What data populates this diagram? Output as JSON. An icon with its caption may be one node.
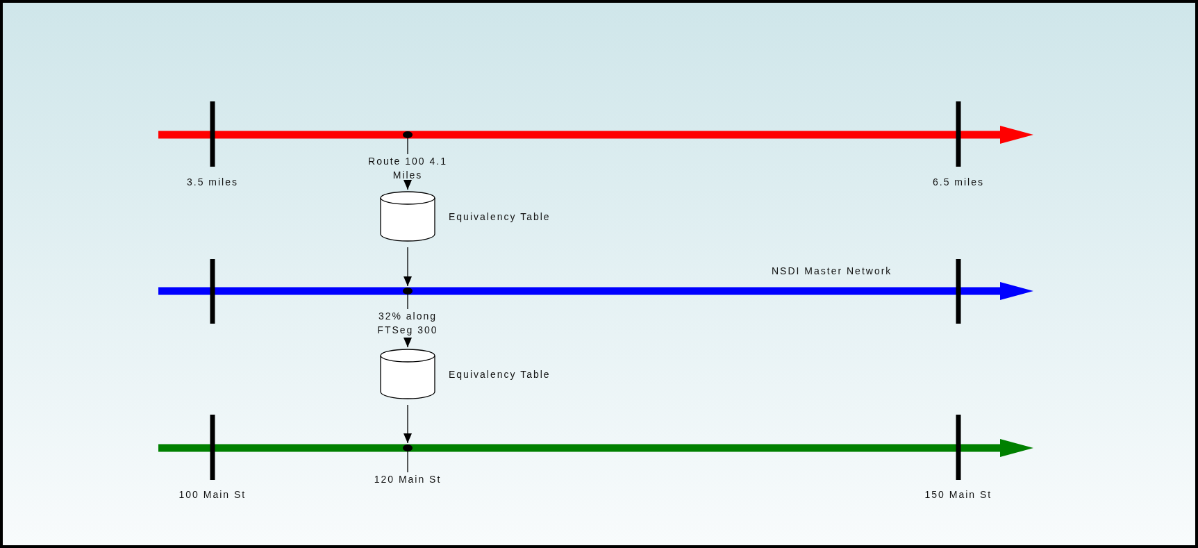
{
  "diagram": {
    "nodes": [
      {
        "text": [],
        "shape": "circle"
      },
      {
        "text": [
          "Route 100 4.1 Miles"
        ]
      },
      {
        "text": [],
        "shape": "cylinder",
        "beside": [
          "Equivalency Table"
        ]
      },
      {
        "text": [],
        "shape": "circle"
      },
      {
        "text": [
          "32% along FTSeg 300"
        ]
      },
      {
        "text": [],
        "shape": "cylinder",
        "beside": [
          "Equivalency Table"
        ]
      },
      {
        "text": [],
        "shape": "circle"
      },
      {
        "text": [
          "120 Main St"
        ]
      }
    ],
    "edges": [
      {
        "from": 0,
        "to": 1,
        "arrow": "none"
      },
      {
        "from": 1,
        "to": 2,
        "arrow": "to"
      },
      {
        "from": 2,
        "to": 3,
        "arrow": "to"
      },
      {
        "from": 3,
        "to": 4,
        "arrow": "none"
      },
      {
        "from": 4,
        "to": 5,
        "arrow": "to"
      },
      {
        "from": 5,
        "to": 6,
        "arrow": "to"
      },
      {
        "from": 6,
        "to": 7,
        "arrow": "none"
      }
    ],
    "labels": [
      "3.5 miles",
      "6.5 miles",
      "NSDI Master Network",
      "100 Main St",
      "150 Main St"
    ]
  }
}
